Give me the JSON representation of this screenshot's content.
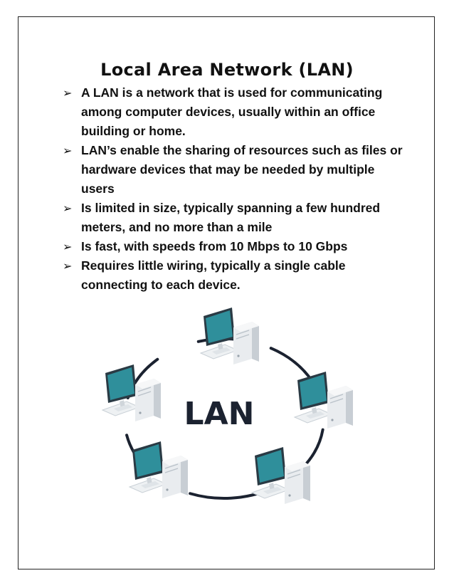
{
  "title": "Local Area Network (LAN)",
  "bullets": [
    {
      "icon": "arrow-bullet-icon",
      "text": "A LAN is a network that is used for communicating among computer devices, usually within an office building or home."
    },
    {
      "icon": "arrow-bullet-icon",
      "text": "LAN’s enable the sharing of resources such as files or hardware devices that may be needed by multiple users"
    },
    {
      "icon": "arrow-bullet-icon",
      "text": "Is limited in size, typically spanning a few hundred meters, and no more than a mile"
    },
    {
      "icon": "arrow-bullet-icon",
      "text": "Is fast, with speeds from 10 Mbps to 10 Gbps"
    },
    {
      "icon": "arrow-bullet-icon",
      "text": "Requires little wiring, typically a single cable connecting to each device."
    }
  ],
  "diagram": {
    "center_label": "LAN",
    "computer_count": 5,
    "colors": {
      "ring": "#1b2230",
      "screen": "#2f8f9b",
      "case": "#e9ecef",
      "case_shadow": "#c8ced4",
      "label": "#1b2230"
    }
  }
}
